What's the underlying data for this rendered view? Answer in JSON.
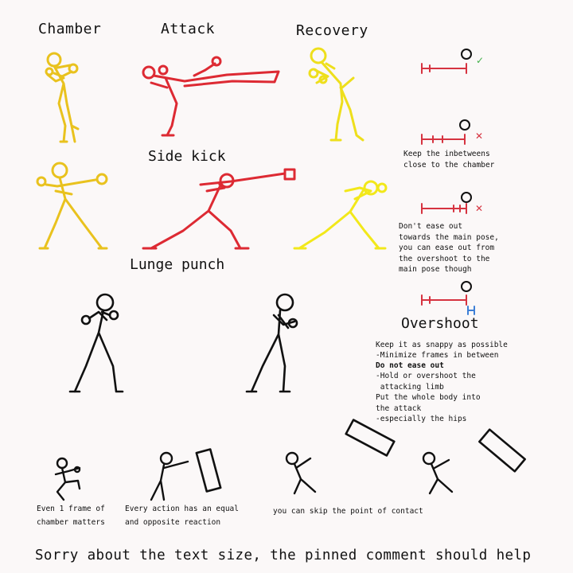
{
  "headers": {
    "chamber": "Chamber",
    "attack": "Attack",
    "recovery": "Recovery"
  },
  "move_titles": {
    "side_kick": "Side kick",
    "lunge_punch": "Lunge punch"
  },
  "colors": {
    "side_kick_chamber": "#e9c21e",
    "side_kick_attack": "#dd2a33",
    "side_kick_recovery": "#eedf1c",
    "lunge_chamber": "#e9c21e",
    "lunge_attack": "#dd2a33",
    "lunge_recovery": "#f2e81a",
    "diagram_red": "#d63340",
    "check_green": "#42b04a",
    "cross_red": "#d63340",
    "overshoot_blue": "#3d7fd6",
    "ink": "#111111"
  },
  "diagrams": [
    {
      "mark": "✓",
      "mark_icon": "check-icon"
    },
    {
      "mark": "✕",
      "mark_icon": "cross-icon"
    },
    {
      "mark": "✕",
      "mark_icon": "cross-icon"
    },
    {
      "mark": "",
      "mark_icon": "overshoot-bracket-icon"
    }
  ],
  "notes": {
    "inbetweens": "Keep the inbetweens\nclose to the chamber",
    "ease_out": "Don't ease out\ntowards the main pose,\nyou can ease out from\nthe overshoot to the\nmain pose though",
    "overshoot_title": "Overshoot",
    "overshoot_line1": "Keep it as snappy as possible",
    "overshoot_line2": "-Minimize frames in between",
    "overshoot_bold": "Do not ease out",
    "overshoot_rest": "-Hold or overshoot the\n attacking limb\nPut the whole body into\nthe attack\n-especially the hips"
  },
  "bottom_notes": {
    "chamber_frame": "Even 1 frame of\nchamber matters",
    "reaction": "Every action has an equal\nand opposite reaction",
    "contact": "you can skip the point of contact"
  },
  "footer": "Sorry about the text size, the pinned comment should help"
}
